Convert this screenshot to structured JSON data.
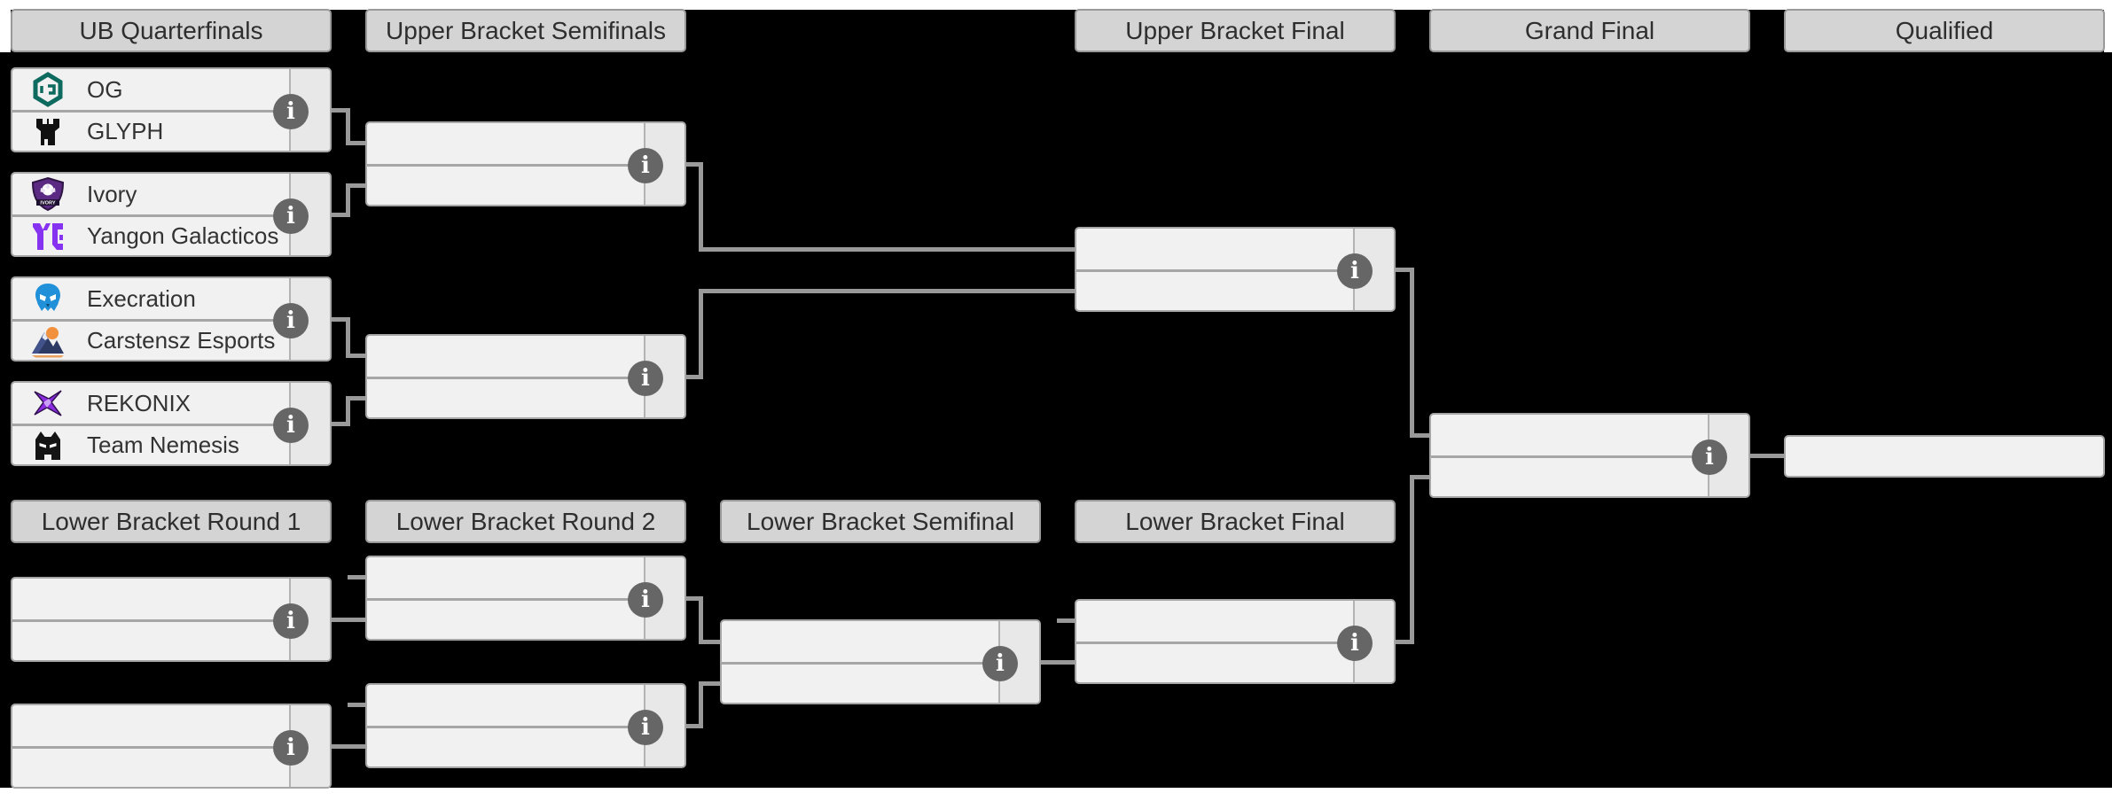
{
  "colors": {
    "page_bg": "#ffffff",
    "bracket_bg": "#000000",
    "header_bg": "#d4d4d4",
    "match_bg": "#f1f1f1",
    "score_cell_bg": "#e8e8e8",
    "border": "#a6a6a6",
    "connector": "#999999",
    "text": "#333333",
    "info_icon_bg": "#666666",
    "og_teal": "#0d6a5e",
    "glyph_black": "#111111",
    "ivory_purple": "#5b2a82",
    "yangon_purple": "#8633f1",
    "execration_blue": "#2090d8",
    "carstensz_navy": "#2c3a63",
    "carstensz_orange": "#f2913d",
    "rekonix_purple": "#8a2be2",
    "nemesis_black": "#141414"
  },
  "headers": [
    {
      "id": "ub-quarterfinals",
      "label": "UB Quarterfinals",
      "row": "upper"
    },
    {
      "id": "ub-semifinals",
      "label": "Upper Bracket Semifinals",
      "row": "upper"
    },
    {
      "id": "ub-final",
      "label": "Upper Bracket Final",
      "row": "upper"
    },
    {
      "id": "grand-final",
      "label": "Grand Final",
      "row": "upper"
    },
    {
      "id": "qualified",
      "label": "Qualified",
      "row": "upper"
    },
    {
      "id": "lb-round-1",
      "label": "Lower Bracket Round 1",
      "row": "lower"
    },
    {
      "id": "lb-round-2",
      "label": "Lower Bracket Round 2",
      "row": "lower"
    },
    {
      "id": "lb-semifinal",
      "label": "Lower Bracket Semifinal",
      "row": "lower"
    },
    {
      "id": "lb-final",
      "label": "Lower Bracket Final",
      "row": "lower"
    }
  ],
  "teams": {
    "og": {
      "name": "OG",
      "icon": "og-logo"
    },
    "glyph": {
      "name": "GLYPH",
      "icon": "glyph-logo"
    },
    "ivory": {
      "name": "Ivory",
      "icon": "ivory-logo"
    },
    "yangon": {
      "name": "Yangon Galacticos",
      "icon": "yangon-galacticos-logo"
    },
    "execration": {
      "name": "Execration",
      "icon": "execration-logo"
    },
    "carstensz": {
      "name": "Carstensz Esports",
      "icon": "carstensz-esports-logo"
    },
    "rekonix": {
      "name": "REKONIX",
      "icon": "rekonix-logo"
    },
    "nemesis": {
      "name": "Team Nemesis",
      "icon": "team-nemesis-logo"
    }
  },
  "matches": [
    {
      "id": "ubqf1",
      "round": "UB Quarterfinals",
      "top": "og",
      "bottom": "glyph"
    },
    {
      "id": "ubqf2",
      "round": "UB Quarterfinals",
      "top": "ivory",
      "bottom": "yangon"
    },
    {
      "id": "ubqf3",
      "round": "UB Quarterfinals",
      "top": "execration",
      "bottom": "carstensz"
    },
    {
      "id": "ubqf4",
      "round": "UB Quarterfinals",
      "top": "rekonix",
      "bottom": "nemesis"
    },
    {
      "id": "ubsf1",
      "round": "Upper Bracket Semifinals",
      "top": null,
      "bottom": null
    },
    {
      "id": "ubsf2",
      "round": "Upper Bracket Semifinals",
      "top": null,
      "bottom": null
    },
    {
      "id": "ubf",
      "round": "Upper Bracket Final",
      "top": null,
      "bottom": null
    },
    {
      "id": "gf",
      "round": "Grand Final",
      "top": null,
      "bottom": null
    },
    {
      "id": "lbr1m1",
      "round": "Lower Bracket Round 1",
      "top": null,
      "bottom": null
    },
    {
      "id": "lbr1m2",
      "round": "Lower Bracket Round 1",
      "top": null,
      "bottom": null
    },
    {
      "id": "lbr2m1",
      "round": "Lower Bracket Round 2",
      "top": null,
      "bottom": null
    },
    {
      "id": "lbr2m2",
      "round": "Lower Bracket Round 2",
      "top": null,
      "bottom": null
    },
    {
      "id": "lbsf",
      "round": "Lower Bracket Semifinal",
      "top": null,
      "bottom": null
    },
    {
      "id": "lbf",
      "round": "Lower Bracket Final",
      "top": null,
      "bottom": null
    }
  ],
  "qualified_slot": {
    "team": null
  },
  "icons": {
    "info_glyph": "i",
    "info_name": "info-icon"
  }
}
